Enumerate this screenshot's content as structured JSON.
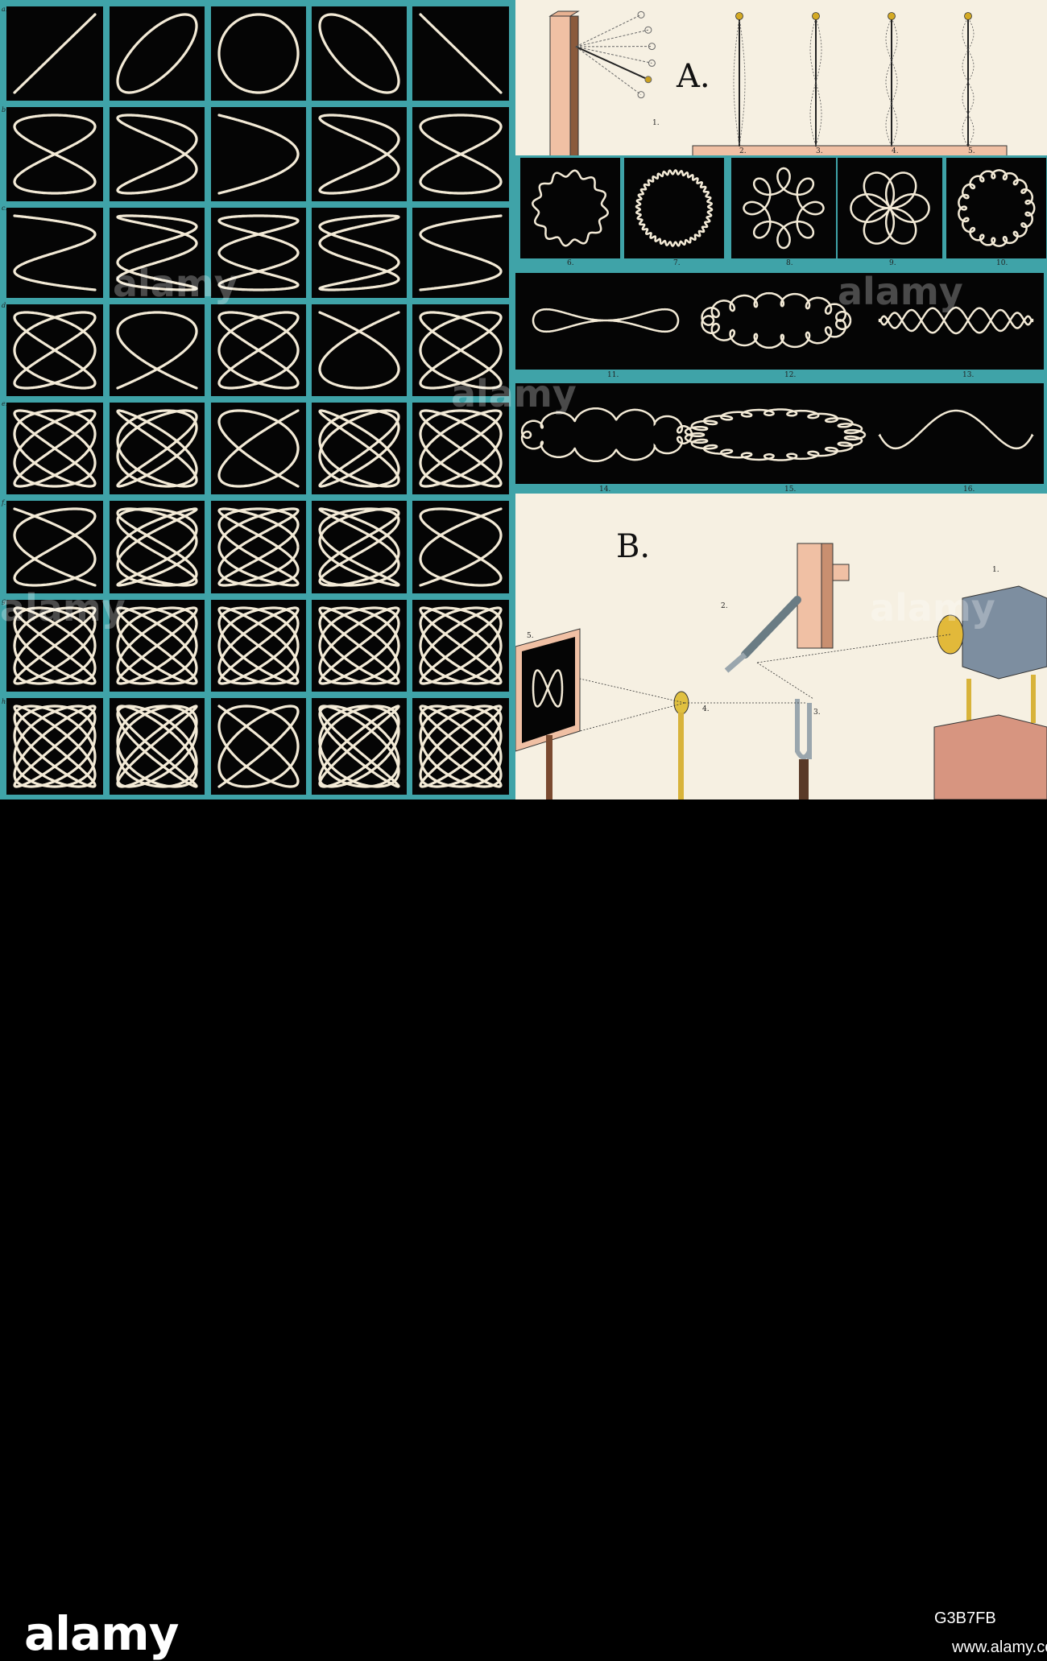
{
  "plate": {
    "row_letters": [
      "a.",
      "b.",
      "c.",
      "d.",
      "e.",
      "f.",
      "g.",
      "h."
    ],
    "section_a_label": "A.",
    "section_b_label": "B.",
    "a_figure_numbers": [
      "1.",
      "2.",
      "3.",
      "4.",
      "5."
    ],
    "rosette_numbers": [
      "6.",
      "7.",
      "8.",
      "9.",
      "10."
    ],
    "band1_numbers": [
      "11.",
      "12.",
      "13."
    ],
    "band2_numbers": [
      "14.",
      "15.",
      "16."
    ],
    "b_figure_numbers": [
      "1.",
      "2.",
      "3.",
      "4.",
      "5."
    ]
  },
  "watermark": {
    "text": "alamy"
  },
  "footer": {
    "brand": "alamy",
    "stock_id": "G3B7FB",
    "url": "www.alamy.com"
  },
  "colors": {
    "teal": "#3fa3a8",
    "black": "#050505",
    "curve": "#f3ead6",
    "paper": "#f6f0e2",
    "wood": "#f0c0a4"
  },
  "lissajous_grid": {
    "rows": [
      {
        "ratio": [
          1,
          1
        ]
      },
      {
        "ratio": [
          1,
          2
        ]
      },
      {
        "ratio": [
          1,
          3
        ]
      },
      {
        "ratio": [
          2,
          3
        ]
      },
      {
        "ratio": [
          3,
          4
        ]
      },
      {
        "ratio": [
          3,
          5
        ]
      },
      {
        "ratio": [
          4,
          5
        ]
      },
      {
        "ratio": [
          5,
          6
        ]
      }
    ],
    "column_phases_deg": [
      0,
      45,
      90,
      135,
      180
    ]
  }
}
